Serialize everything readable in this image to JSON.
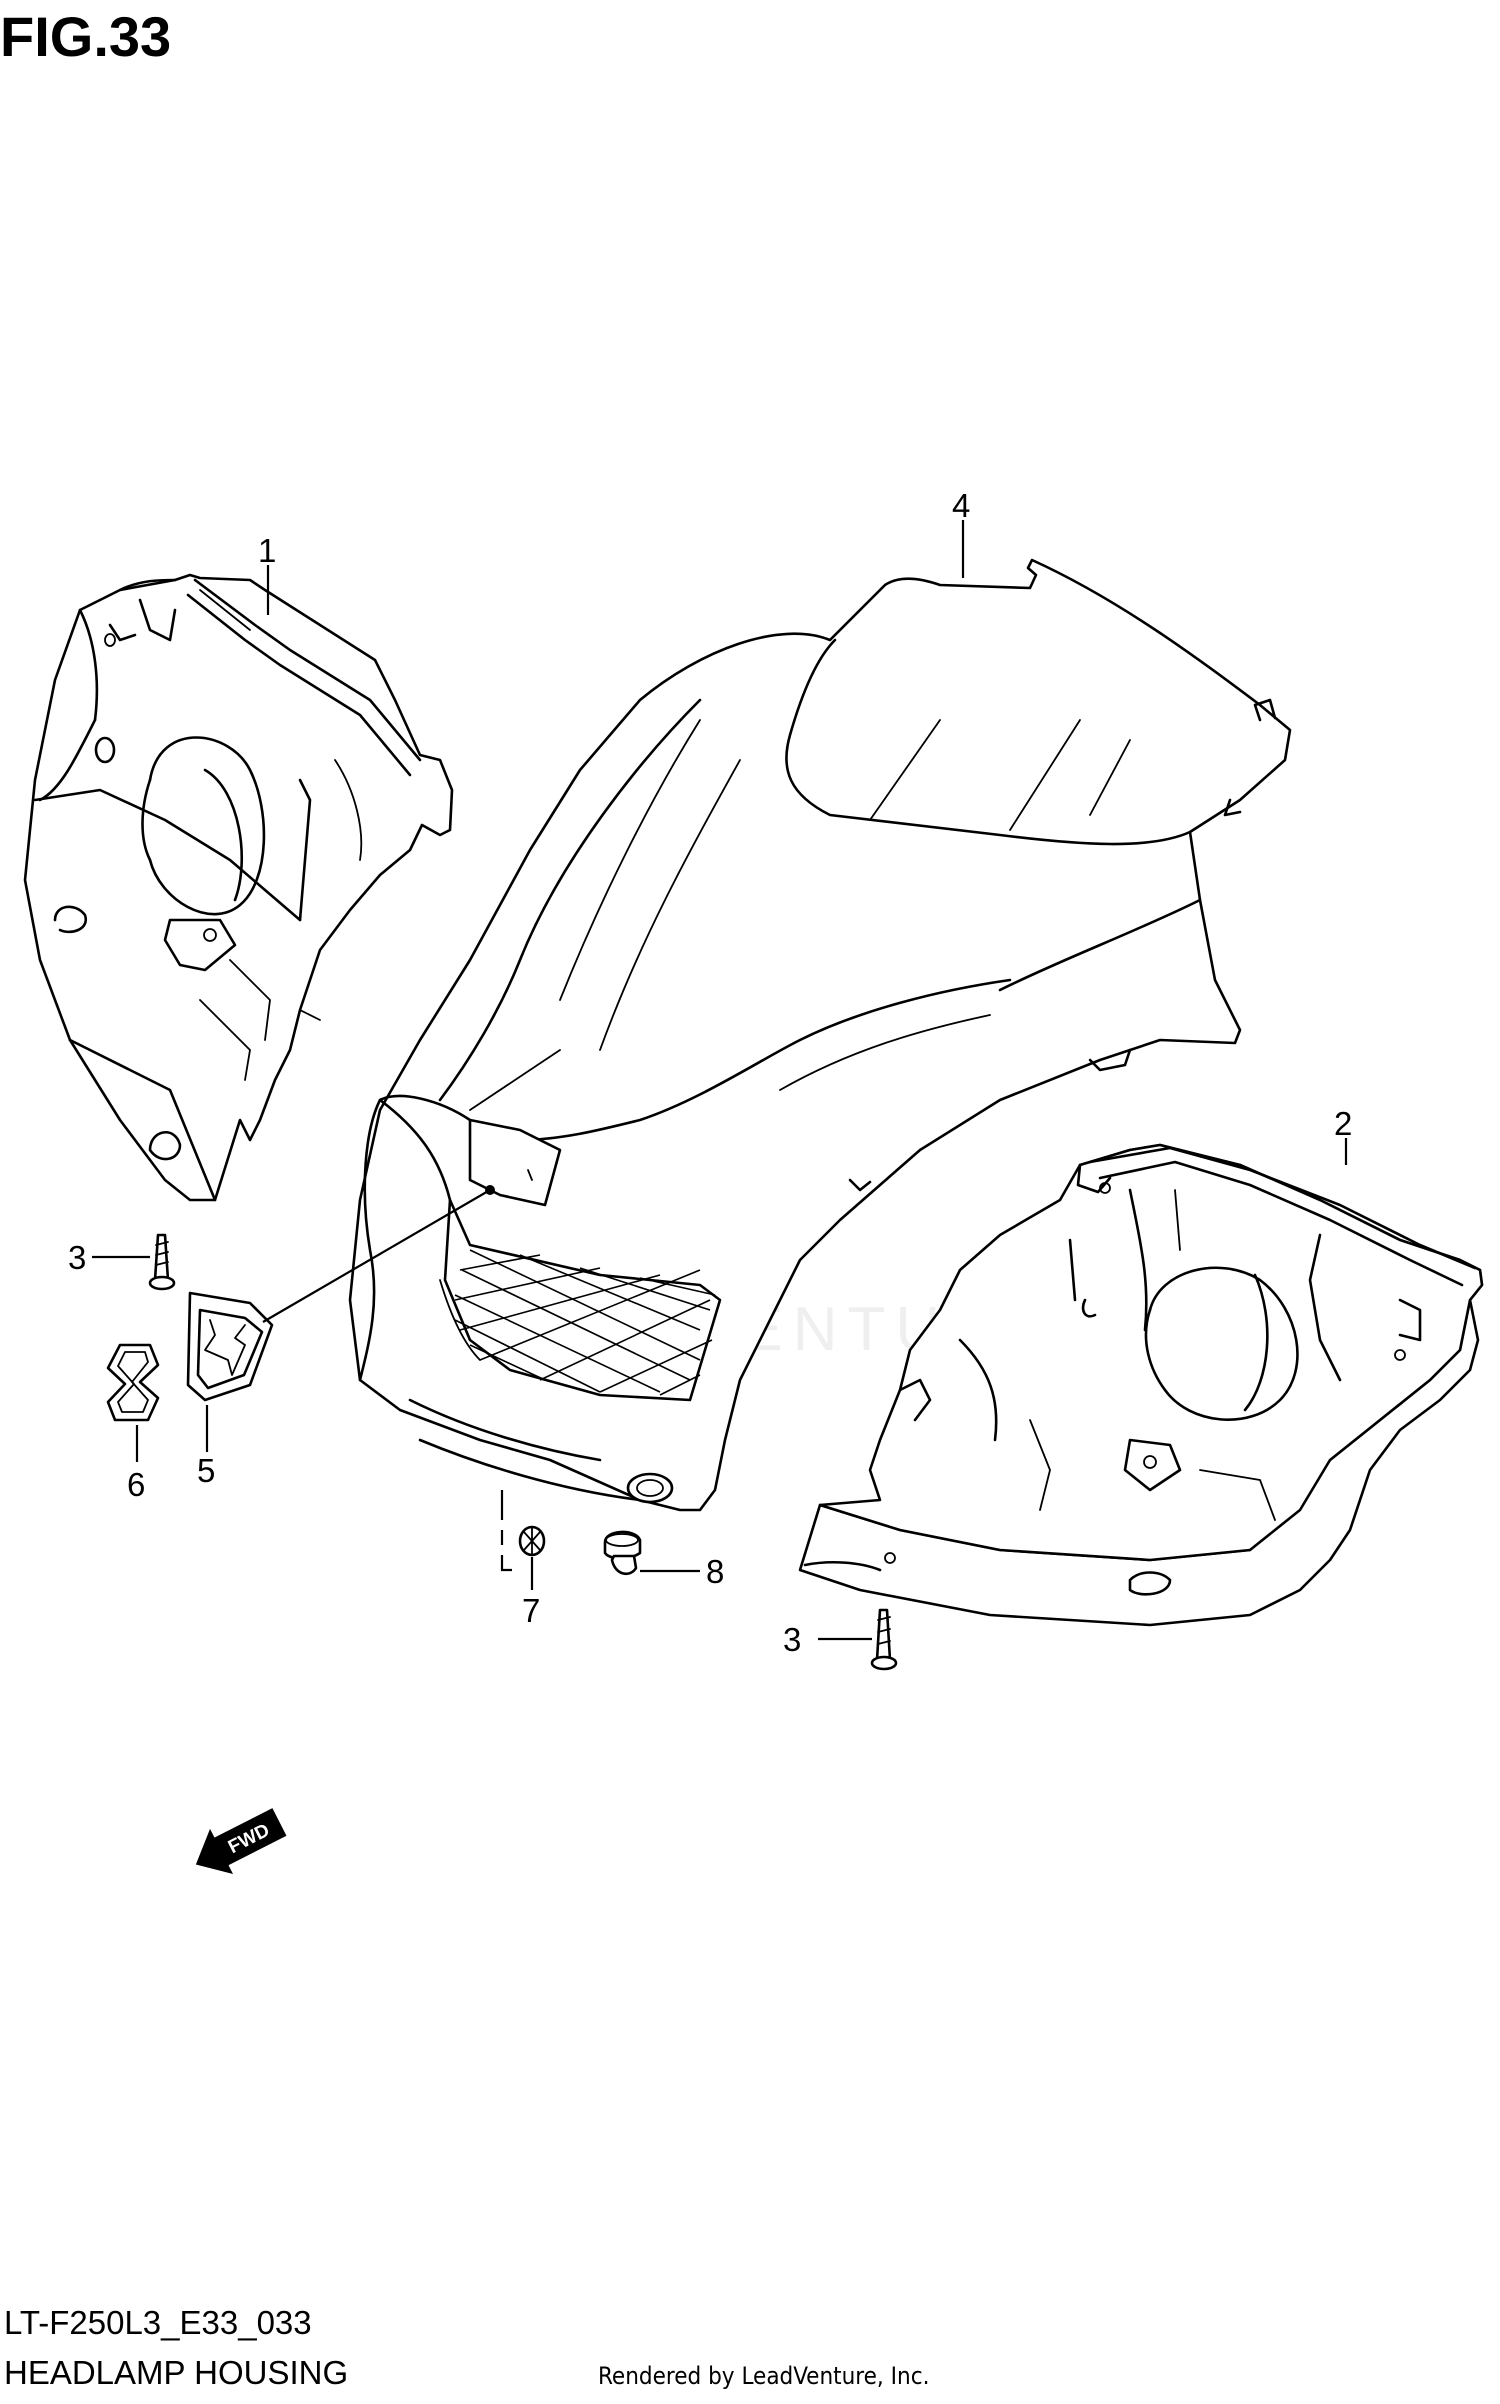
{
  "figure": {
    "title": "FIG.33"
  },
  "callouts": [
    {
      "number": "1",
      "part": "headlamp-housing-left"
    },
    {
      "number": "2",
      "part": "headlamp-housing-right"
    },
    {
      "number": "3",
      "part": "screw-left"
    },
    {
      "number": "3",
      "part": "screw-right"
    },
    {
      "number": "4",
      "part": "front-cover"
    },
    {
      "number": "5",
      "part": "emblem-plate"
    },
    {
      "number": "6",
      "part": "emblem"
    },
    {
      "number": "7",
      "part": "nut"
    },
    {
      "number": "8",
      "part": "clip"
    }
  ],
  "direction_marker": {
    "label": "FWD"
  },
  "watermark": {
    "text": "VENTURE"
  },
  "footer": {
    "model_code": "LT-F250L3_E33_033",
    "section_name": "HEADLAMP HOUSING",
    "credit": "Rendered by LeadVenture, Inc."
  }
}
